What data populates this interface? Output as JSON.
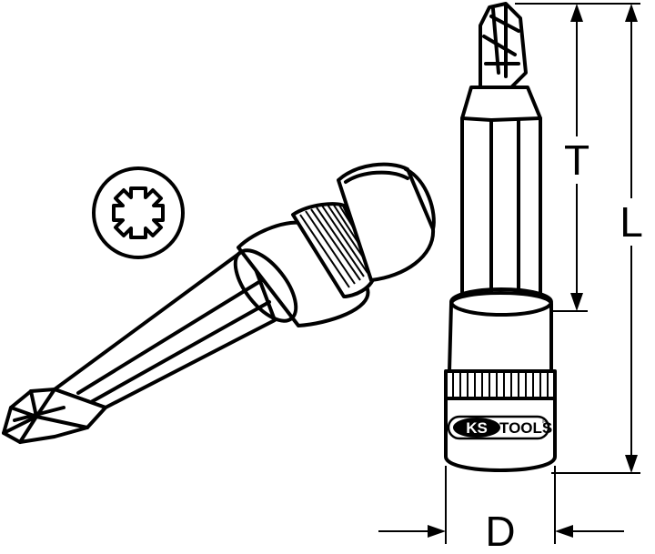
{
  "dimensions": {
    "T": "T",
    "L": "L",
    "D": "D"
  },
  "logo": {
    "brand_left": "KS",
    "brand_right": "TOOLS",
    "mark": "®"
  },
  "colors": {
    "line": "#000000",
    "background": "#ffffff"
  }
}
